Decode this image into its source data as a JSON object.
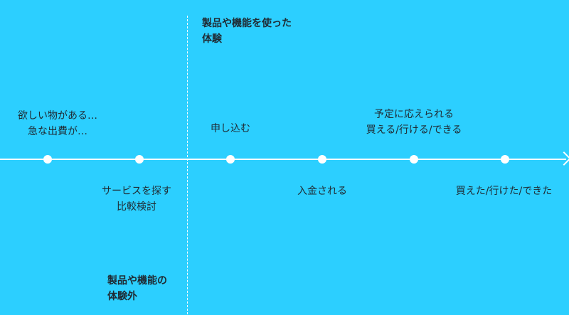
{
  "colors": {
    "background": "#2ccfff",
    "line": "#ffffff",
    "text": "#1f2a33"
  },
  "zone_labels": {
    "product_experience": "製品や機能を使った\n体験",
    "outside_experience": "製品や機能の\n体験外"
  },
  "steps": [
    {
      "label": "欲しい物がある…\n急な出費が…"
    },
    {
      "label": "サービスを探す\n比較検討"
    },
    {
      "label": "申し込む"
    },
    {
      "label": "入金される"
    },
    {
      "label": "予定に応えられる\n買える/行ける/できる"
    },
    {
      "label": "買えた/行けた/できた"
    }
  ]
}
